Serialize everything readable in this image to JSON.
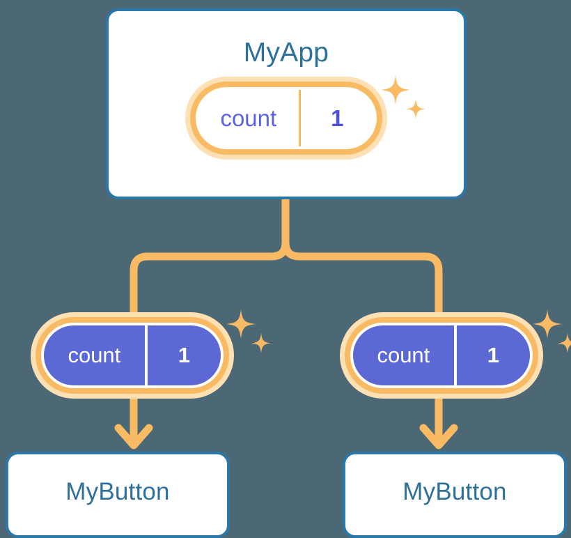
{
  "diagram": {
    "title": "MyApp signal propagation tree",
    "background_color": "#4c6875",
    "colors": {
      "card_border": "#2b77a8",
      "card_background": "#ffffff",
      "card_text": "#2d7099",
      "wire": "#f8bb63",
      "pill_glow": "#fde0b4",
      "pill_ring": "#f8bb63",
      "pill_fill": "#5c68d4",
      "pill_light_text": "#5a63e0",
      "pill_solid_text": "#ffffff"
    }
  },
  "root_card": {
    "title": "MyApp",
    "signal": {
      "name": "count",
      "value": "1",
      "style": "light"
    },
    "sparkle_icon": "sparkles-icon"
  },
  "branches": [
    {
      "signal": {
        "name": "count",
        "value": "1",
        "style": "solid"
      },
      "sparkle_icon": "sparkles-icon",
      "card": {
        "title": "MyButton"
      }
    },
    {
      "signal": {
        "name": "count",
        "value": "1",
        "style": "solid"
      },
      "sparkle_icon": "sparkles-icon",
      "card": {
        "title": "MyButton"
      }
    }
  ],
  "connectors": {
    "trunk_label": "signal-trunk",
    "left_branch_label": "signal-branch-left",
    "right_branch_label": "signal-branch-right",
    "left_arrow_label": "signal-arrow-left",
    "right_arrow_label": "signal-arrow-right"
  }
}
